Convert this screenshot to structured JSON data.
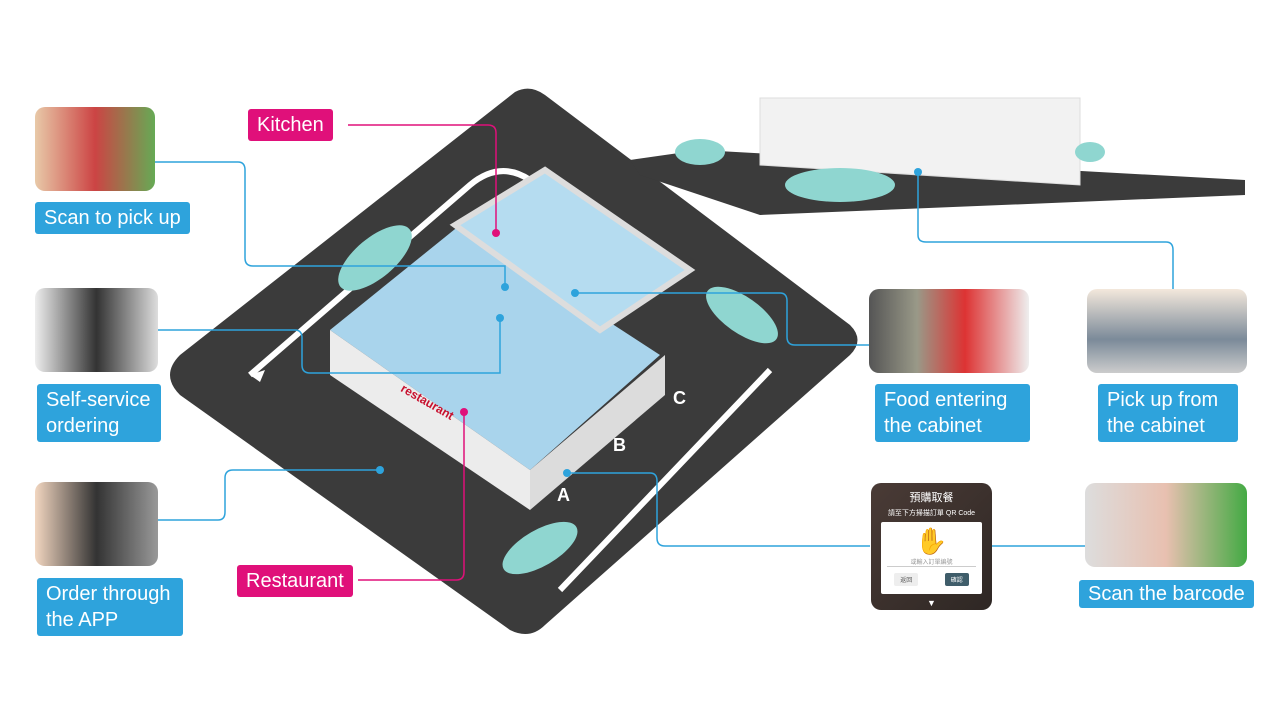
{
  "labels": {
    "kitchen": "Kitchen",
    "restaurant": "Restaurant",
    "scan_pick": "Scan to pick up",
    "self_service": "Self-service ordering",
    "order_app": "Order through the APP",
    "food_entering": "Food entering the cabinet",
    "pick_up": "Pick up from the cabinet",
    "scan_barcode": "Scan the barcode"
  },
  "lanes": [
    "A",
    "B",
    "C"
  ],
  "building_sign": "restaurant",
  "scan_dialog": {
    "title": "預購取餐",
    "subtitle": "請至下方掃描訂單 QR Code",
    "input_placeholder": "或輸入訂單編號",
    "back": "返回",
    "confirm": "確認"
  },
  "colors": {
    "blue": "#2ea3dc",
    "pink": "#e0107a",
    "road": "#3b3b3b"
  }
}
